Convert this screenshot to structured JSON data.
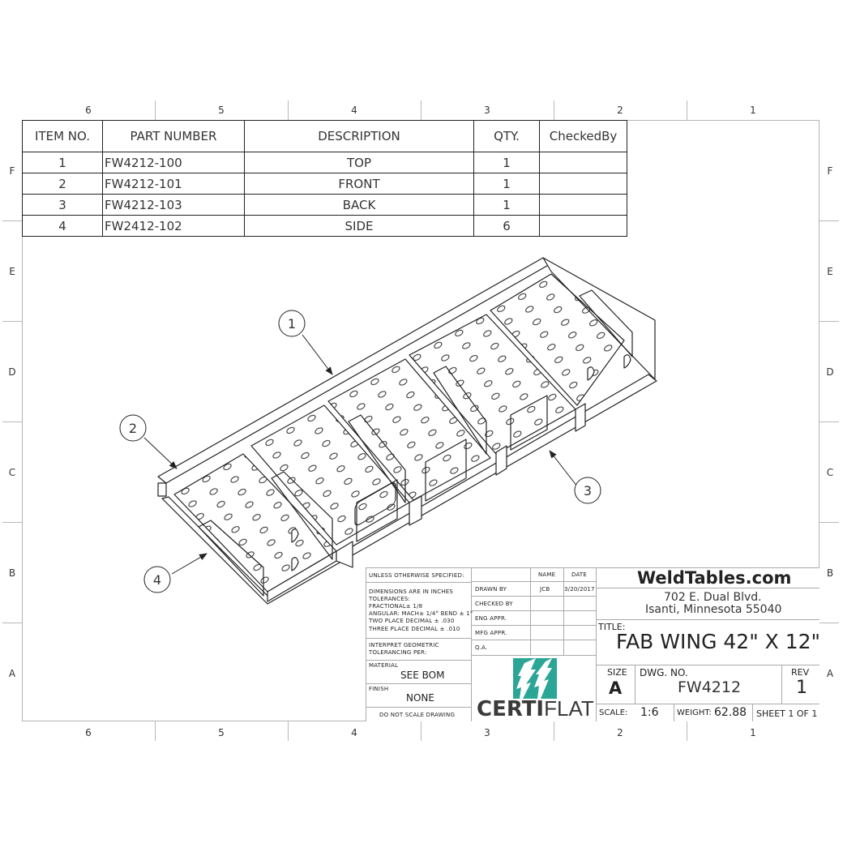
{
  "border": {
    "columns": [
      "6",
      "5",
      "4",
      "3",
      "2",
      "1"
    ],
    "rows": [
      "F",
      "E",
      "D",
      "C",
      "B",
      "A"
    ]
  },
  "bom": {
    "headers": [
      "ITEM NO.",
      "PART NUMBER",
      "DESCRIPTION",
      "QTY.",
      "CheckedBy"
    ],
    "rows": [
      {
        "item": "1",
        "part": "FW4212-100",
        "desc": "TOP",
        "qty": "1",
        "checked": ""
      },
      {
        "item": "2",
        "part": "FW4212-101",
        "desc": "FRONT",
        "qty": "1",
        "checked": ""
      },
      {
        "item": "3",
        "part": "FW4212-103",
        "desc": "BACK",
        "qty": "1",
        "checked": ""
      },
      {
        "item": "4",
        "part": "FW2412-102",
        "desc": "SIDE",
        "qty": "6",
        "checked": ""
      }
    ]
  },
  "balloons": [
    {
      "num": "1"
    },
    {
      "num": "2"
    },
    {
      "num": "3"
    },
    {
      "num": "4"
    }
  ],
  "title_block": {
    "unless": "UNLESS OTHERWISE SPECIFIED:",
    "dims": "DIMENSIONS ARE IN INCHES",
    "tol": "TOLERANCES:",
    "fractional": "FRACTIONAL± 1/8",
    "angular": "ANGULAR: MACH± 1/4° BEND ± 1°",
    "two_place": "TWO PLACE DECIMAL   ± .030",
    "three_place": "THREE PLACE DECIMAL  ± .010",
    "interpret1": "INTERPRET GEOMETRIC",
    "interpret2": "TOLERANCING PER:",
    "material_label": "MATERIAL",
    "material": "SEE BOM",
    "finish_label": "FINISH",
    "finish": "NONE",
    "no_scale": "DO NOT SCALE DRAWING",
    "name_hdr": "NAME",
    "date_hdr": "DATE",
    "drawn_by": "DRAWN BY",
    "drawn_name": "JCB",
    "drawn_date": "3/20/2017",
    "checked_by": "CHECKED BY",
    "eng_appr": "ENG APPR.",
    "mfg_appr": "MFG APPR.",
    "qa": "Q.A.",
    "logo_bold": "CERTI",
    "logo_light": "FLAT",
    "logo_color": "#2aa596",
    "company": "WeldTables.com",
    "address1": "702 E. Dual Blvd.",
    "address2": "Isanti, Minnesota 55040",
    "title_label": "TITLE:",
    "title": "FAB WING 42\" X 12\"",
    "size_label": "SIZE",
    "size": "A",
    "dwg_label": "DWG.  NO.",
    "dwg_no": "FW4212",
    "rev_label": "REV",
    "rev": "1",
    "scale_label": "SCALE:",
    "scale": "1:6",
    "weight_label": "WEIGHT:",
    "weight": "62.88",
    "sheet": "SHEET 1 OF 1"
  }
}
